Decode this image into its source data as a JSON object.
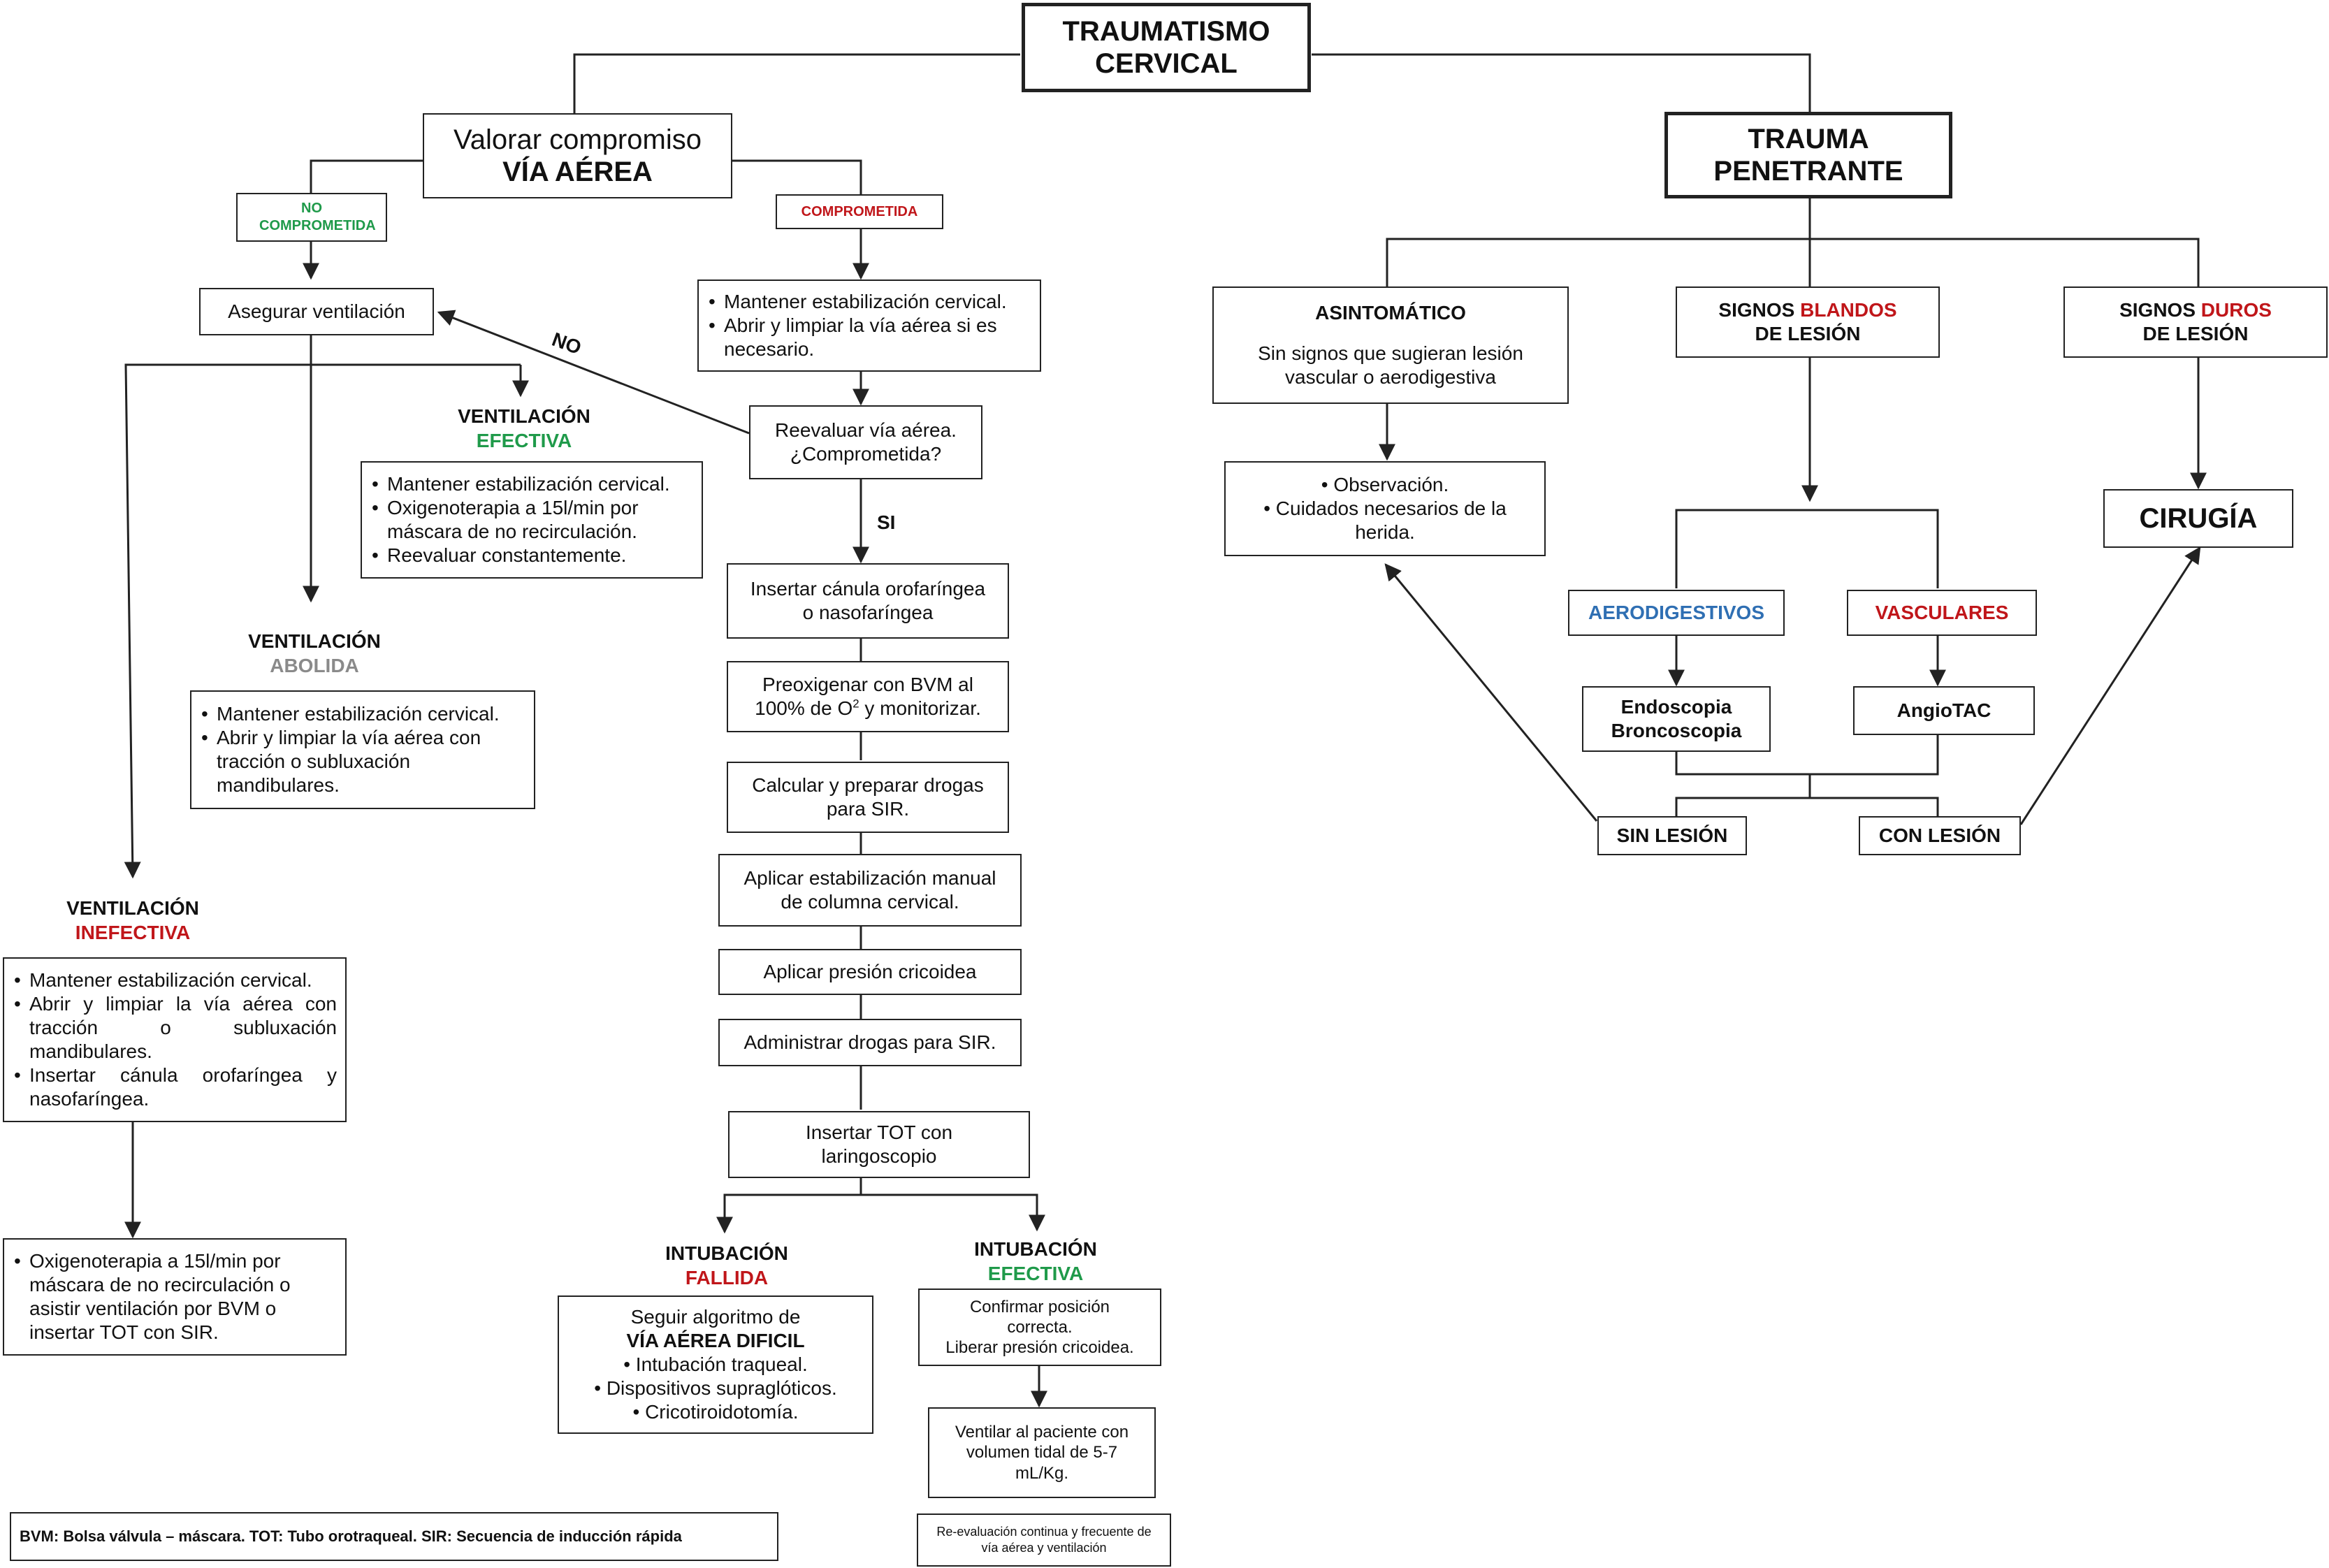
{
  "title": "TRAUMATISMO CERVICAL",
  "airway": {
    "valorar_line1": "Valorar compromiso",
    "valorar_line2": "VÍA AÉREA",
    "no_comprometida": "NO COMPROMETIDA",
    "comprometida": "COMPROMETIDA",
    "asegurar_ventilacion": "Asegurar ventilación",
    "no_label": "NO",
    "si_label": "SI"
  },
  "ventilacion_efectiva": {
    "heading": "VENTILACIÓN",
    "status": "EFECTIVA",
    "items": [
      "Mantener estabilización cervical.",
      "Oxigenoterapia a 15l/min por máscara de no recirculación.",
      "Reevaluar constantemente."
    ]
  },
  "ventilacion_abolida": {
    "heading": "VENTILACIÓN",
    "status": "ABOLIDA",
    "items": [
      "Mantener estabilización cervical.",
      "Abrir y limpiar la vía aérea con tracción o subluxación mandibulares."
    ]
  },
  "ventilacion_inefectiva": {
    "heading": "VENTILACIÓN",
    "status": "INEFECTIVA",
    "items": [
      "Mantener estabilización cervical.",
      "Abrir y limpiar la vía aérea con tracción o subluxación mandibulares.",
      "Insertar cánula orofaríngea y nasofaríngea."
    ],
    "next_items": [
      "Oxigenoterapia a 15l/min por máscara de no recirculación o asistir ventilación por BVM o insertar TOT con SIR."
    ]
  },
  "comprometida_steps": {
    "initial_items": [
      "Mantener estabilización cervical.",
      "Abrir y limpiar la vía aérea si es necesario."
    ],
    "reevaluar_line1": "Reevaluar vía aérea.",
    "reevaluar_line2": "¿Comprometida?",
    "canula": "Insertar cánula orofaríngea o nasofaríngea",
    "preoxigenar_a": "Preoxigenar con BVM al 100% de O",
    "preoxigenar_sup": "2",
    "preoxigenar_b": " y monitorizar.",
    "calcular": "Calcular y preparar drogas para SIR.",
    "estabilizacion": "Aplicar estabilización manual de columna cervical.",
    "presion": "Aplicar presión cricoidea",
    "drogas": "Administrar drogas para SIR.",
    "tot": "Insertar TOT con laringoscopio"
  },
  "intubacion_fallida": {
    "heading": "INTUBACIÓN",
    "status": "FALLIDA",
    "line1": "Seguir algoritmo de",
    "line2": "VÍA AÉREA DIFICIL",
    "items": [
      "Intubación traqueal.",
      "Dispositivos supraglóticos.",
      "Cricotiroidotomía."
    ]
  },
  "intubacion_efectiva": {
    "heading": "INTUBACIÓN",
    "status": "EFECTIVA",
    "confirmar": "Confirmar posición correcta.",
    "liberar": "Liberar presión cricoidea.",
    "ventilar": "Ventilar al paciente con volumen tidal de 5-7 mL/Kg.",
    "reevaluacion": "Re-evaluación continua y frecuente de vía aérea y ventilación"
  },
  "legend": "BVM: Bolsa válvula – máscara.  TOT: Tubo orotraqueal.  SIR: Secuencia de inducción rápida",
  "penetrante": {
    "title_line1": "TRAUMA",
    "title_line2": "PENETRANTE",
    "asintomatico_title": "ASINTOMÁTICO",
    "asintomatico_desc": "Sin signos que sugieran lesión vascular o aerodigestiva",
    "observacion_items": [
      "Observación.",
      "Cuidados necesarios de la herida."
    ],
    "blandos_a": "SIGNOS ",
    "blandos_b": "BLANDOS",
    "blandos_c": "DE LESIÓN",
    "duros_a": "SIGNOS ",
    "duros_b": "DUROS",
    "duros_c": "DE LESIÓN",
    "cirugia": "CIRUGÍA",
    "aerodigestivos": "AERODIGESTIVOS",
    "vasculares": "VASCULARES",
    "endoscopia": "Endoscopia",
    "broncoscopia": "Broncoscopia",
    "angiotac": "AngioTAC",
    "sin_lesion": "SIN LESIÓN",
    "con_lesion": "CON LESIÓN"
  },
  "colors": {
    "green": "#1f9a4a",
    "red": "#c0161a",
    "gray": "#8a8a8a",
    "blue": "#2f6fb3",
    "line": "#222222"
  }
}
